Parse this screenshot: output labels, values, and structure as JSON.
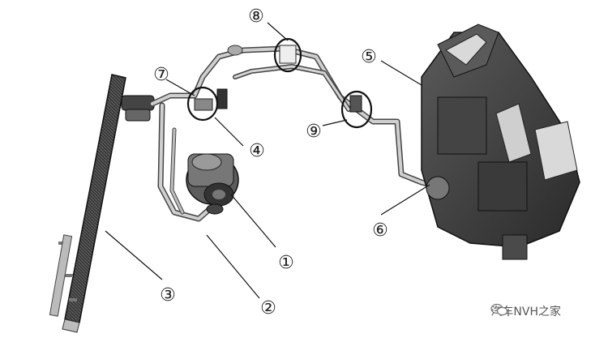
{
  "callouts": [
    {
      "id": "1",
      "label": "①"
    },
    {
      "id": "2",
      "label": "②"
    },
    {
      "id": "3",
      "label": "③"
    },
    {
      "id": "4",
      "label": "④"
    },
    {
      "id": "5",
      "label": "⑤"
    },
    {
      "id": "6",
      "label": "⑥"
    },
    {
      "id": "7",
      "label": "⑦"
    },
    {
      "id": "8",
      "label": "⑧"
    },
    {
      "id": "9",
      "label": "⑨"
    }
  ],
  "watermark": {
    "text": "汽车NVH之家",
    "icon": "wechat-icon"
  },
  "colors": {
    "line": "#1a1a1a",
    "metal": "#8a8a8a",
    "dark": "#2b2b2b",
    "light": "#d9d9d9"
  }
}
